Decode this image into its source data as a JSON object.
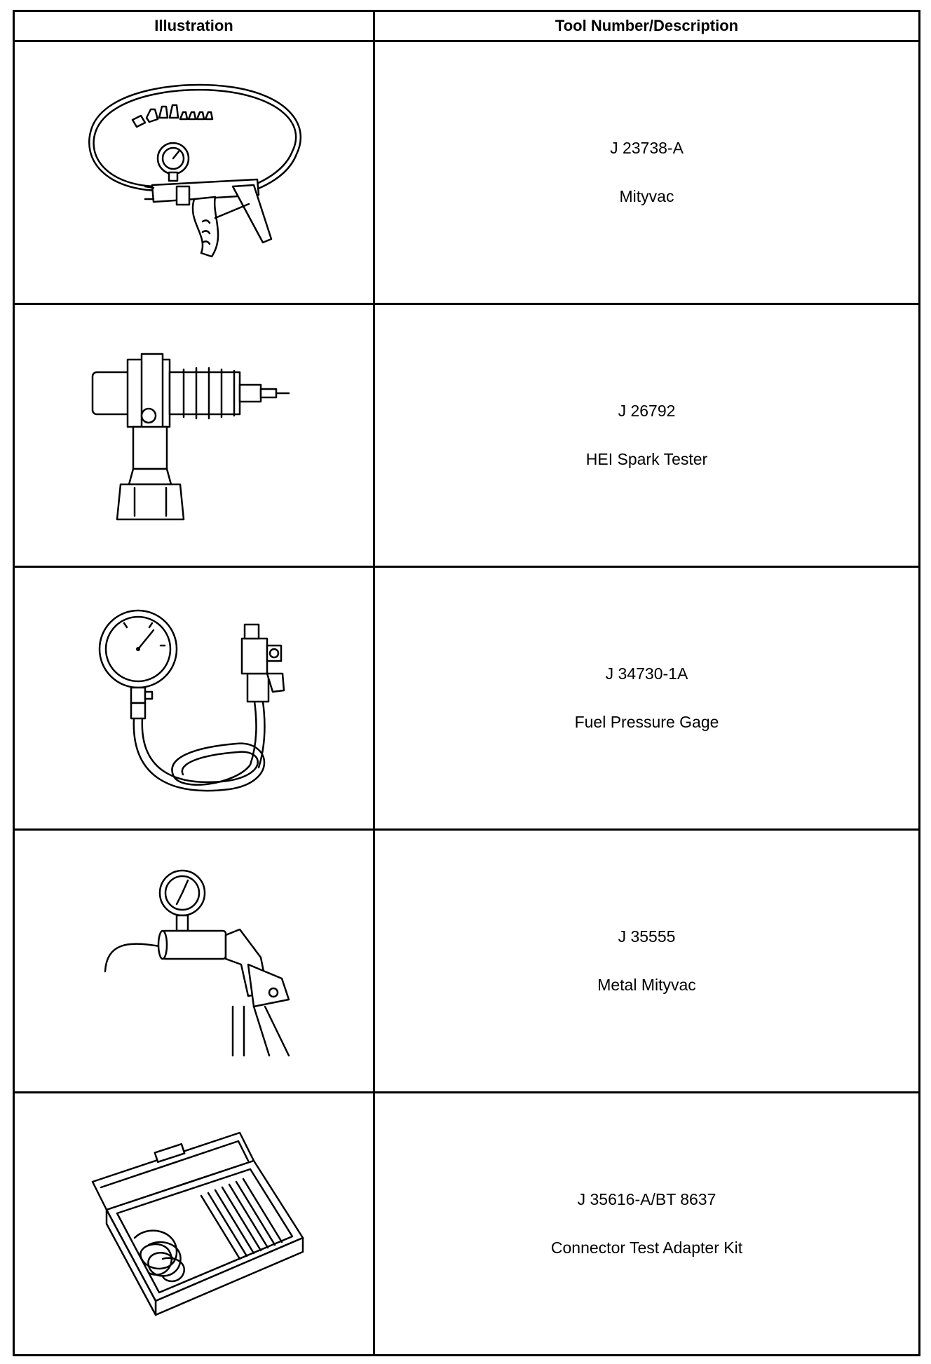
{
  "table": {
    "headers": {
      "illustration": "Illustration",
      "description": "Tool Number/Description"
    },
    "rows": [
      {
        "tool_number": "J 23738-A",
        "description": "Mityvac",
        "illustration_icon": "hand-vacuum-pump-icon"
      },
      {
        "tool_number": "J 26792",
        "description": "HEI Spark Tester",
        "illustration_icon": "spark-tester-icon"
      },
      {
        "tool_number": "J 34730-1A",
        "description": "Fuel Pressure Gage",
        "illustration_icon": "fuel-pressure-gauge-icon"
      },
      {
        "tool_number": "J 35555",
        "description": "Metal Mityvac",
        "illustration_icon": "metal-vacuum-pump-icon"
      },
      {
        "tool_number": "J 35616-A/BT 8637",
        "description": "Connector Test Adapter Kit",
        "illustration_icon": "adapter-kit-case-icon"
      }
    ]
  }
}
